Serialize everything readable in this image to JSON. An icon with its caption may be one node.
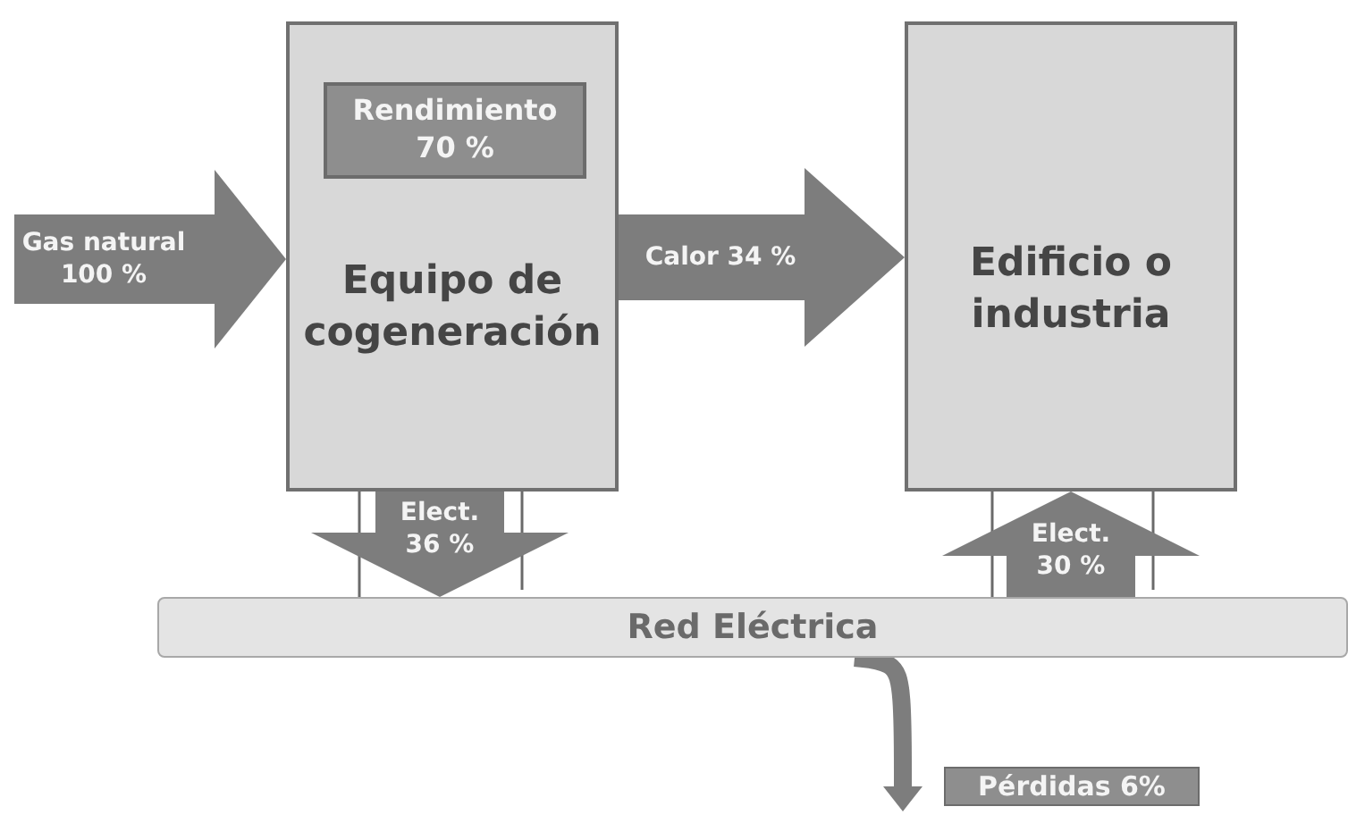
{
  "diagram": {
    "nodes": [
      {
        "text": [
          "Equipo de cogeneración"
        ]
      },
      {
        "text": [
          "Rendimiento 70 %"
        ],
        "in": 0
      },
      {
        "text": [
          "Edificio o industria"
        ]
      },
      {
        "text": [
          "Red Eléctrica"
        ]
      }
    ],
    "edges": [
      {
        "from": null,
        "to": 0,
        "arrow": "to",
        "label": "Gas natural 100 %"
      },
      {
        "from": 0,
        "to": 2,
        "arrow": "to",
        "label": "Calor 34 %"
      },
      {
        "from": 0,
        "to": 3,
        "arrow": "to",
        "label": "Elect. 36 %"
      },
      {
        "from": 3,
        "to": 2,
        "arrow": "to",
        "label": "Elect. 30 %"
      },
      {
        "from": 3,
        "to": null,
        "arrow": "to"
      }
    ],
    "labels": [
      "Pérdidas 6%"
    ]
  }
}
